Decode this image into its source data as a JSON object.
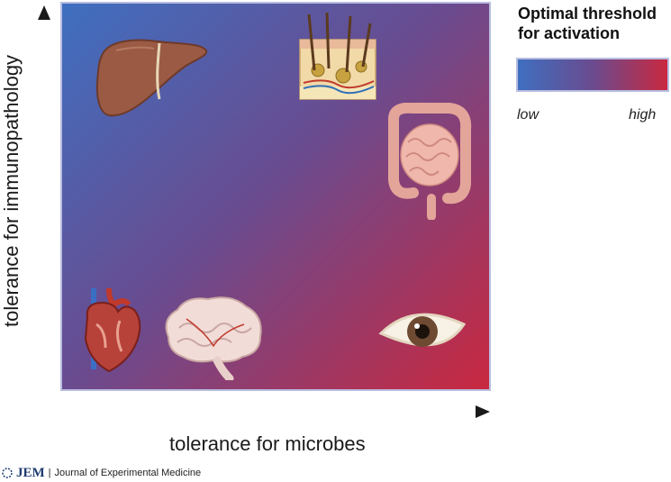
{
  "axes": {
    "x_label": "tolerance for microbes",
    "y_label": "tolerance for immunopathology"
  },
  "legend": {
    "title": "Optimal threshold for activation",
    "low": "low",
    "high": "high",
    "color_low": "#3f6fc0",
    "color_high": "#c9283f"
  },
  "footer": {
    "brand": "JEM",
    "journal": "Journal of Experimental Medicine"
  },
  "organs": [
    "liver-icon",
    "skin-icon",
    "intestine-icon",
    "heart-icon",
    "brain-icon",
    "eye-icon"
  ]
}
